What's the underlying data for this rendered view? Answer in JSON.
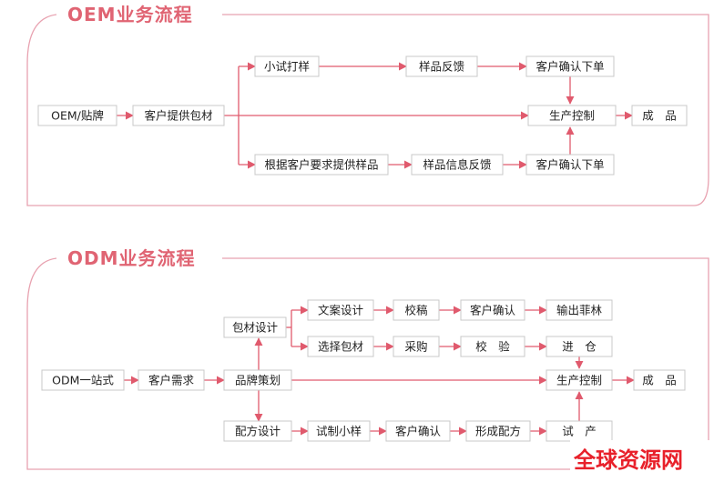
{
  "oem": {
    "title": "OEM业务流程",
    "nodes": {
      "start": "OEM/贴牌",
      "provide": "客户提供包材",
      "trial": "小试打样",
      "feedback": "样品反馈",
      "confirm1": "客户确认下单",
      "sample_req": "根据客户要求提供样品",
      "info_feedback": "样品信息反馈",
      "confirm2": "客户确认下单",
      "production": "生产控制",
      "product": "成　品"
    }
  },
  "odm": {
    "title": "ODM业务流程",
    "nodes": {
      "start": "ODM一站式",
      "demand": "客户需求",
      "brand": "品牌策划",
      "pack_design": "包材设计",
      "copy_design": "文案设计",
      "proof": "校稿",
      "confirm_a": "客户确认",
      "output": "输出菲林",
      "choose_pack": "选择包材",
      "purchase": "采购",
      "inspect": "校　验",
      "warehouse": "进　仓",
      "production": "生产控制",
      "product": "成　品",
      "formula_design": "配方设计",
      "trial_sample": "试制小样",
      "confirm_b": "客户确认",
      "formula": "形成配方",
      "trial_prod": "试　产"
    }
  },
  "watermark": "全球资源网",
  "colors": {
    "accent": "#e05a6d",
    "frame": "#e8a2b0",
    "box_border": "#c8c8c8",
    "watermark": "#e8202a"
  }
}
